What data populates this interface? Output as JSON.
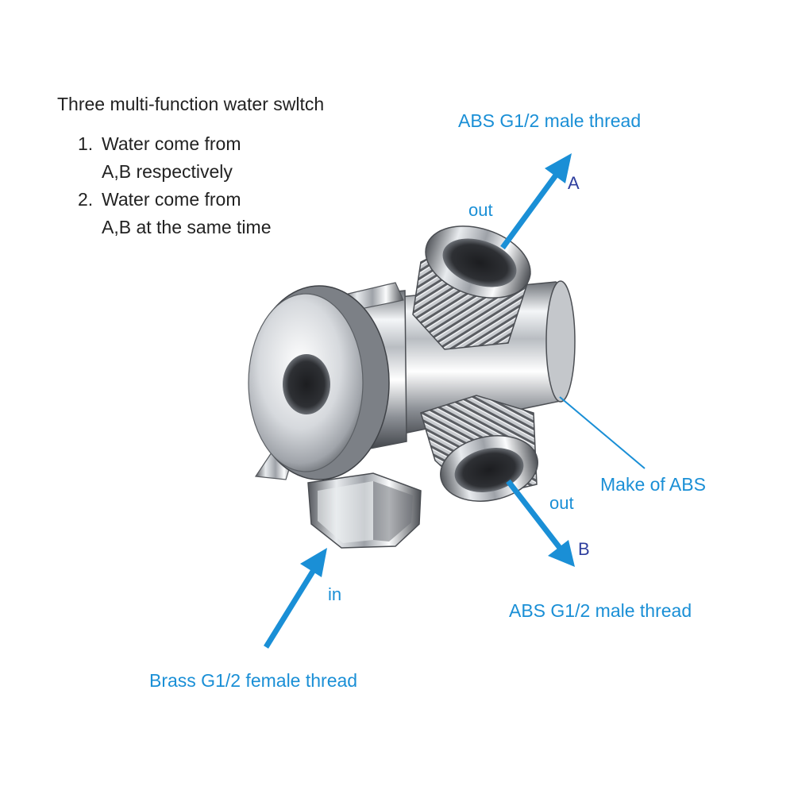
{
  "intro": {
    "title": "Three multi-function water swltch",
    "items": [
      {
        "num": "1.",
        "line1": "Water come from",
        "line2": "A,B respectively"
      },
      {
        "num": "2.",
        "line1": "Water come from",
        "line2": "A,B at the same time"
      }
    ]
  },
  "labels": {
    "outlet_a_thread": "ABS G1/2 male thread",
    "outlet_a_flow": "out",
    "outlet_a_letter": "A",
    "body_material": "Make of ABS",
    "outlet_b_flow": "out",
    "outlet_b_letter": "B",
    "outlet_b_thread": "ABS G1/2 male thread",
    "inlet_flow": "in",
    "inlet_thread": "Brass G1/2 female thread"
  },
  "colors": {
    "annotation_blue": "#1a8fd6",
    "letter_blue": "#2f3f9e",
    "text_dark": "#222222",
    "chrome_light": "#eef0f2",
    "chrome_dark": "#3a3d42"
  }
}
